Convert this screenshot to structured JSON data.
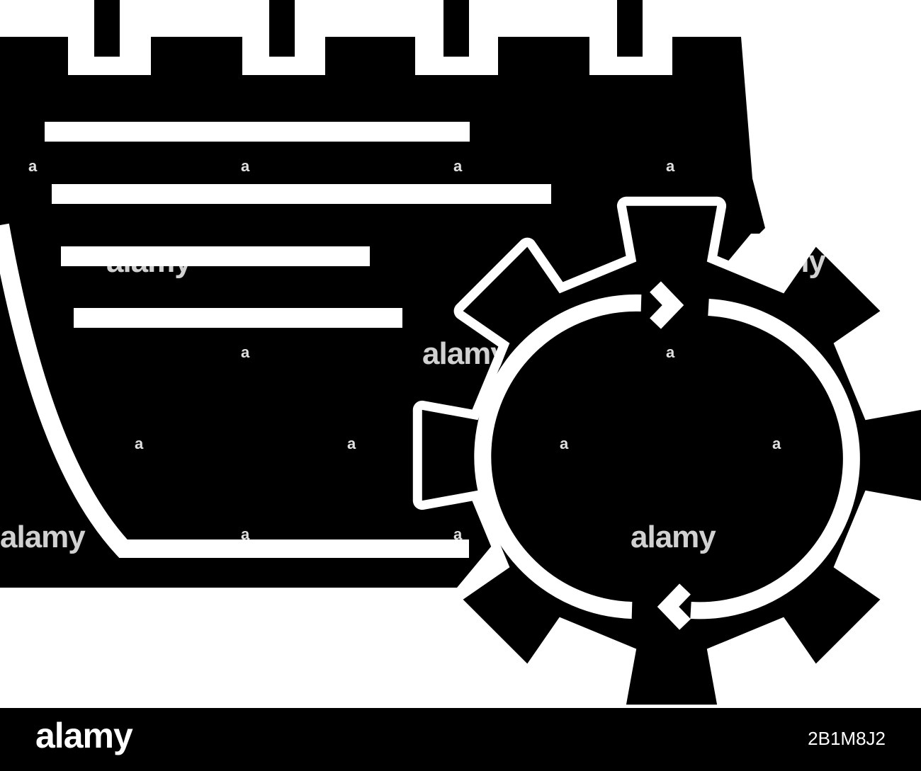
{
  "illustration": {
    "icons": [
      "calendar-icon",
      "gear-icon",
      "refresh-arrows-icon"
    ],
    "colors": {
      "fill": "#000000",
      "line": "#ffffff",
      "background": "#ffffff"
    }
  },
  "watermark": {
    "word": "alamy",
    "mark": "a"
  },
  "footer": {
    "logo": "alamy",
    "image_id": "2B1M8J2"
  }
}
